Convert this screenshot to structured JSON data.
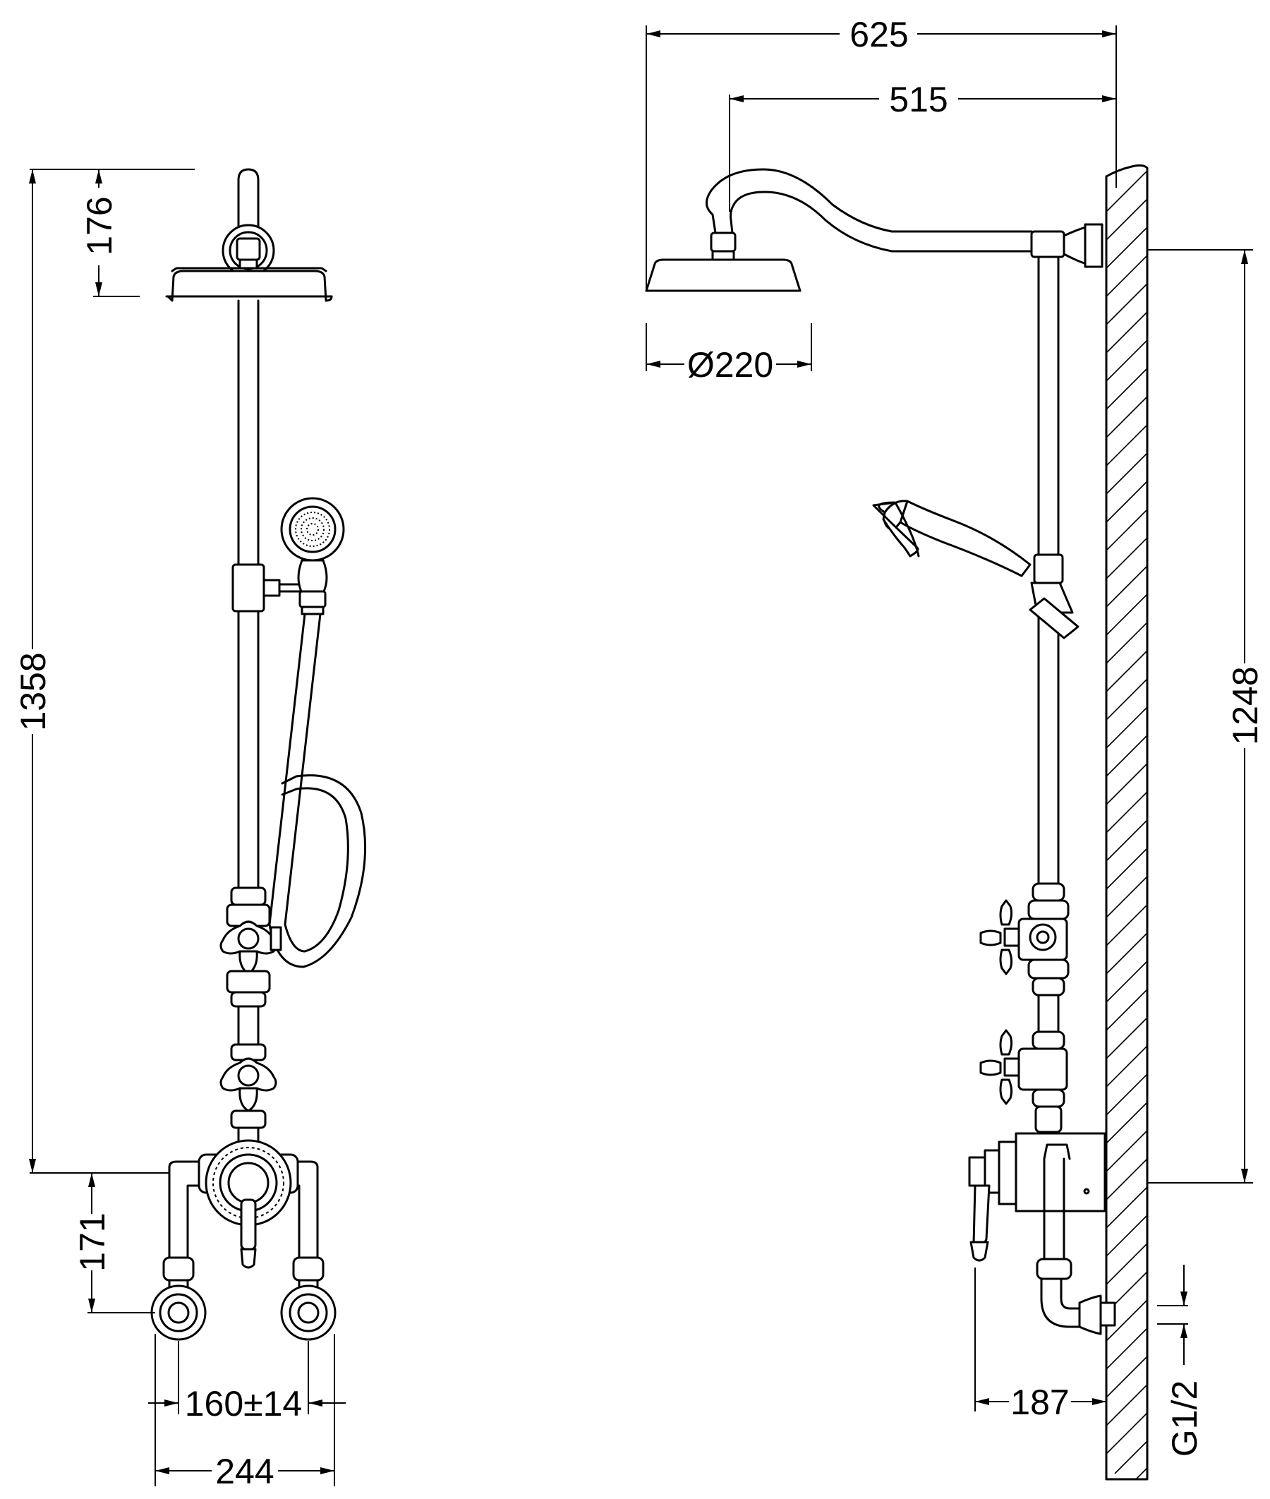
{
  "dimensions": {
    "front_total_height": "1358",
    "front_head_drop": "176",
    "front_valve_height": "171",
    "front_inlet_centres": "160±14",
    "front_overall_width": "244",
    "side_arm_total": "625",
    "side_arm_reach": "515",
    "side_head_diameter": "Ø220",
    "side_wall_height": "1248",
    "side_projection": "187",
    "side_thread": "G1/2"
  },
  "colors": {
    "line": "#000000",
    "background": "#ffffff"
  }
}
